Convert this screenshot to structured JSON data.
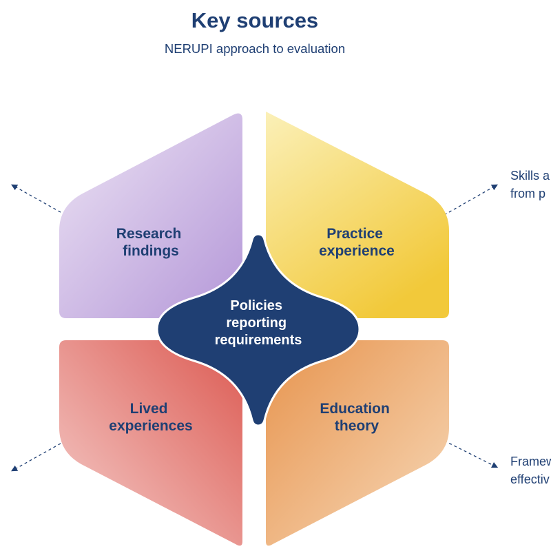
{
  "header": {
    "title": "Key sources",
    "subtitle": "NERUPI approach to evaluation"
  },
  "quadrants": {
    "research": {
      "line1": "Research",
      "line2": "findings"
    },
    "practice": {
      "line1": "Practice",
      "line2": "experience"
    },
    "lived": {
      "line1": "Lived",
      "line2": "experiences"
    },
    "education": {
      "line1": "Education",
      "line2": "theory"
    }
  },
  "center": {
    "line1": "Policies",
    "line2": "reporting",
    "line3": "requirements"
  },
  "side_labels": {
    "top_right": {
      "line1": "Skills a",
      "line2": "from p"
    },
    "bottom_right": {
      "line1": "Framew",
      "line2": "effectiv"
    }
  },
  "colors": {
    "navy": "#1f3f73",
    "research": "#b89ad8",
    "practice": "#f2cf3e",
    "lived": "#e06a62",
    "education": "#e9a05c"
  }
}
